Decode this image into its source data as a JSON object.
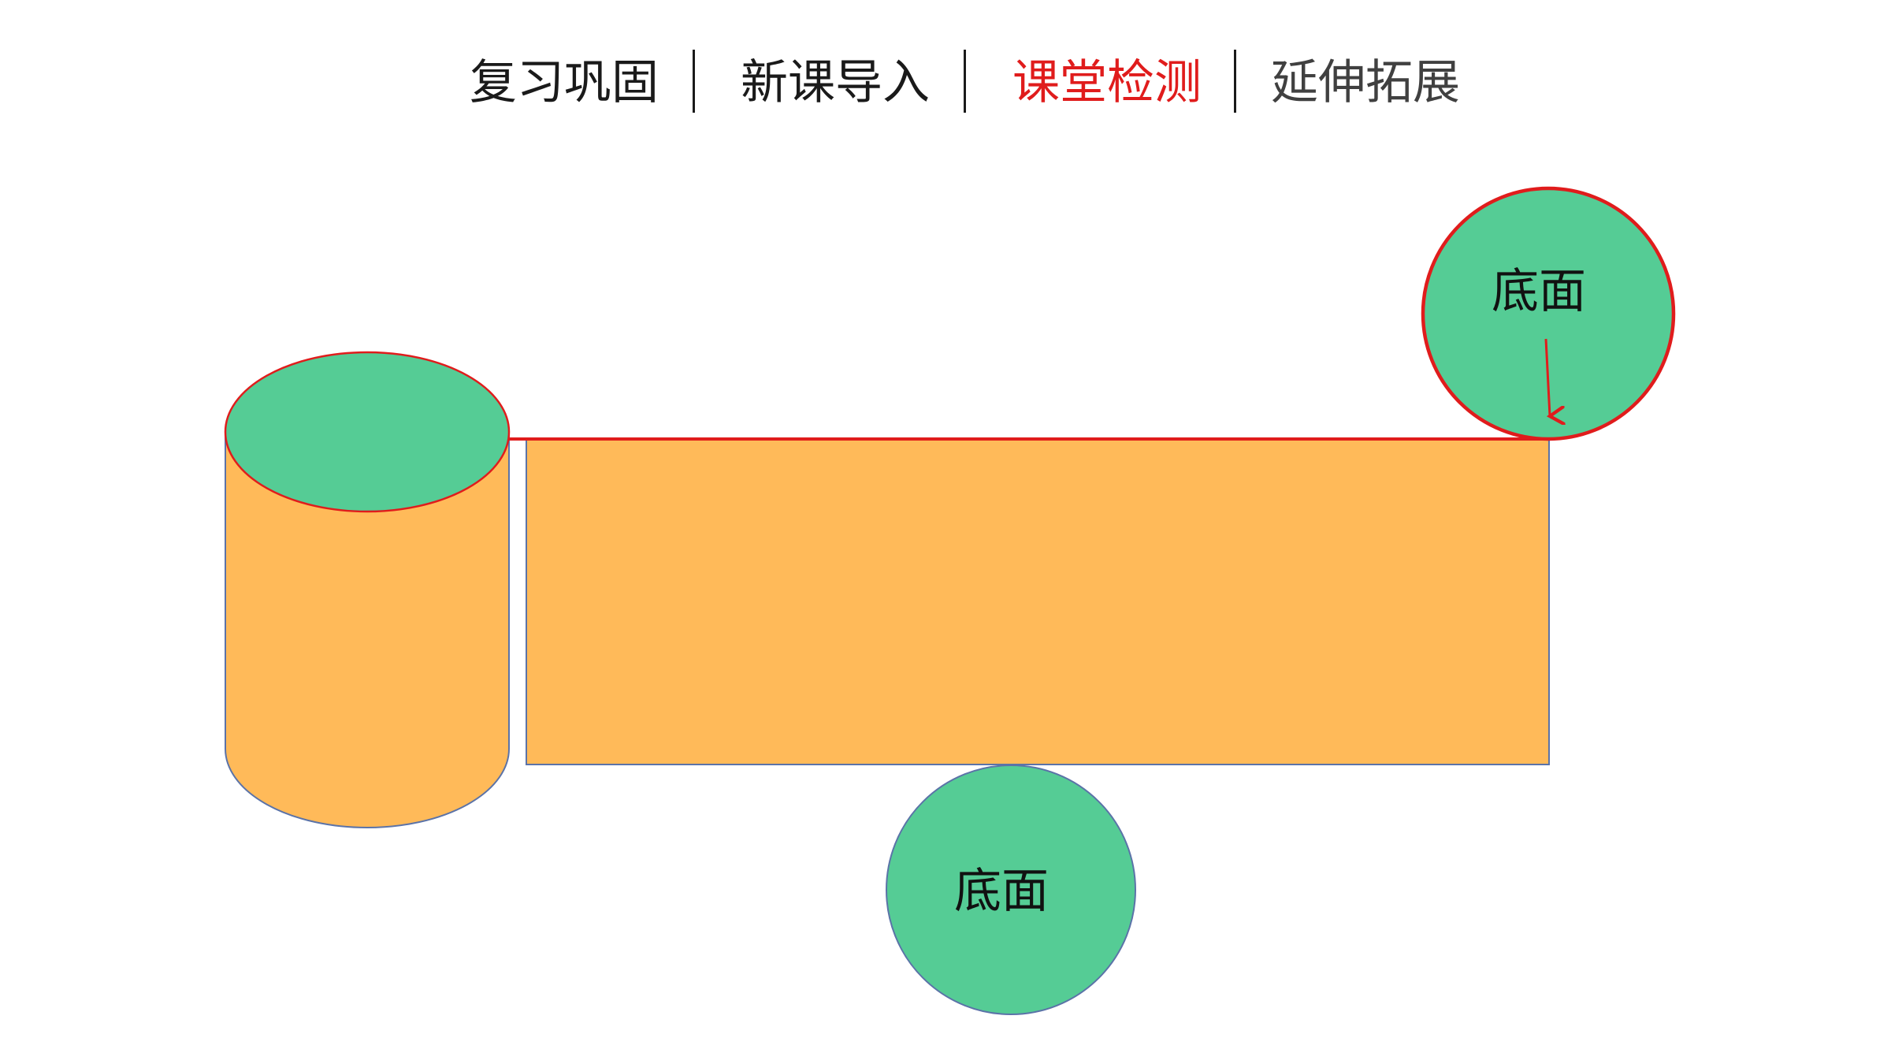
{
  "nav": {
    "tabs": [
      {
        "label": "复习巩固"
      },
      {
        "label": "新课导入"
      },
      {
        "label": "课堂检测"
      },
      {
        "label": "延伸拓展"
      }
    ],
    "active_tab": "课堂检测"
  },
  "diagram": {
    "top_circle_label": "底面",
    "bottom_circle_label": "底面"
  },
  "colors": {
    "green": "#55cc95",
    "orange": "#ffba59",
    "red_accent": "#e01c1c",
    "outline": "#5b73a8"
  }
}
